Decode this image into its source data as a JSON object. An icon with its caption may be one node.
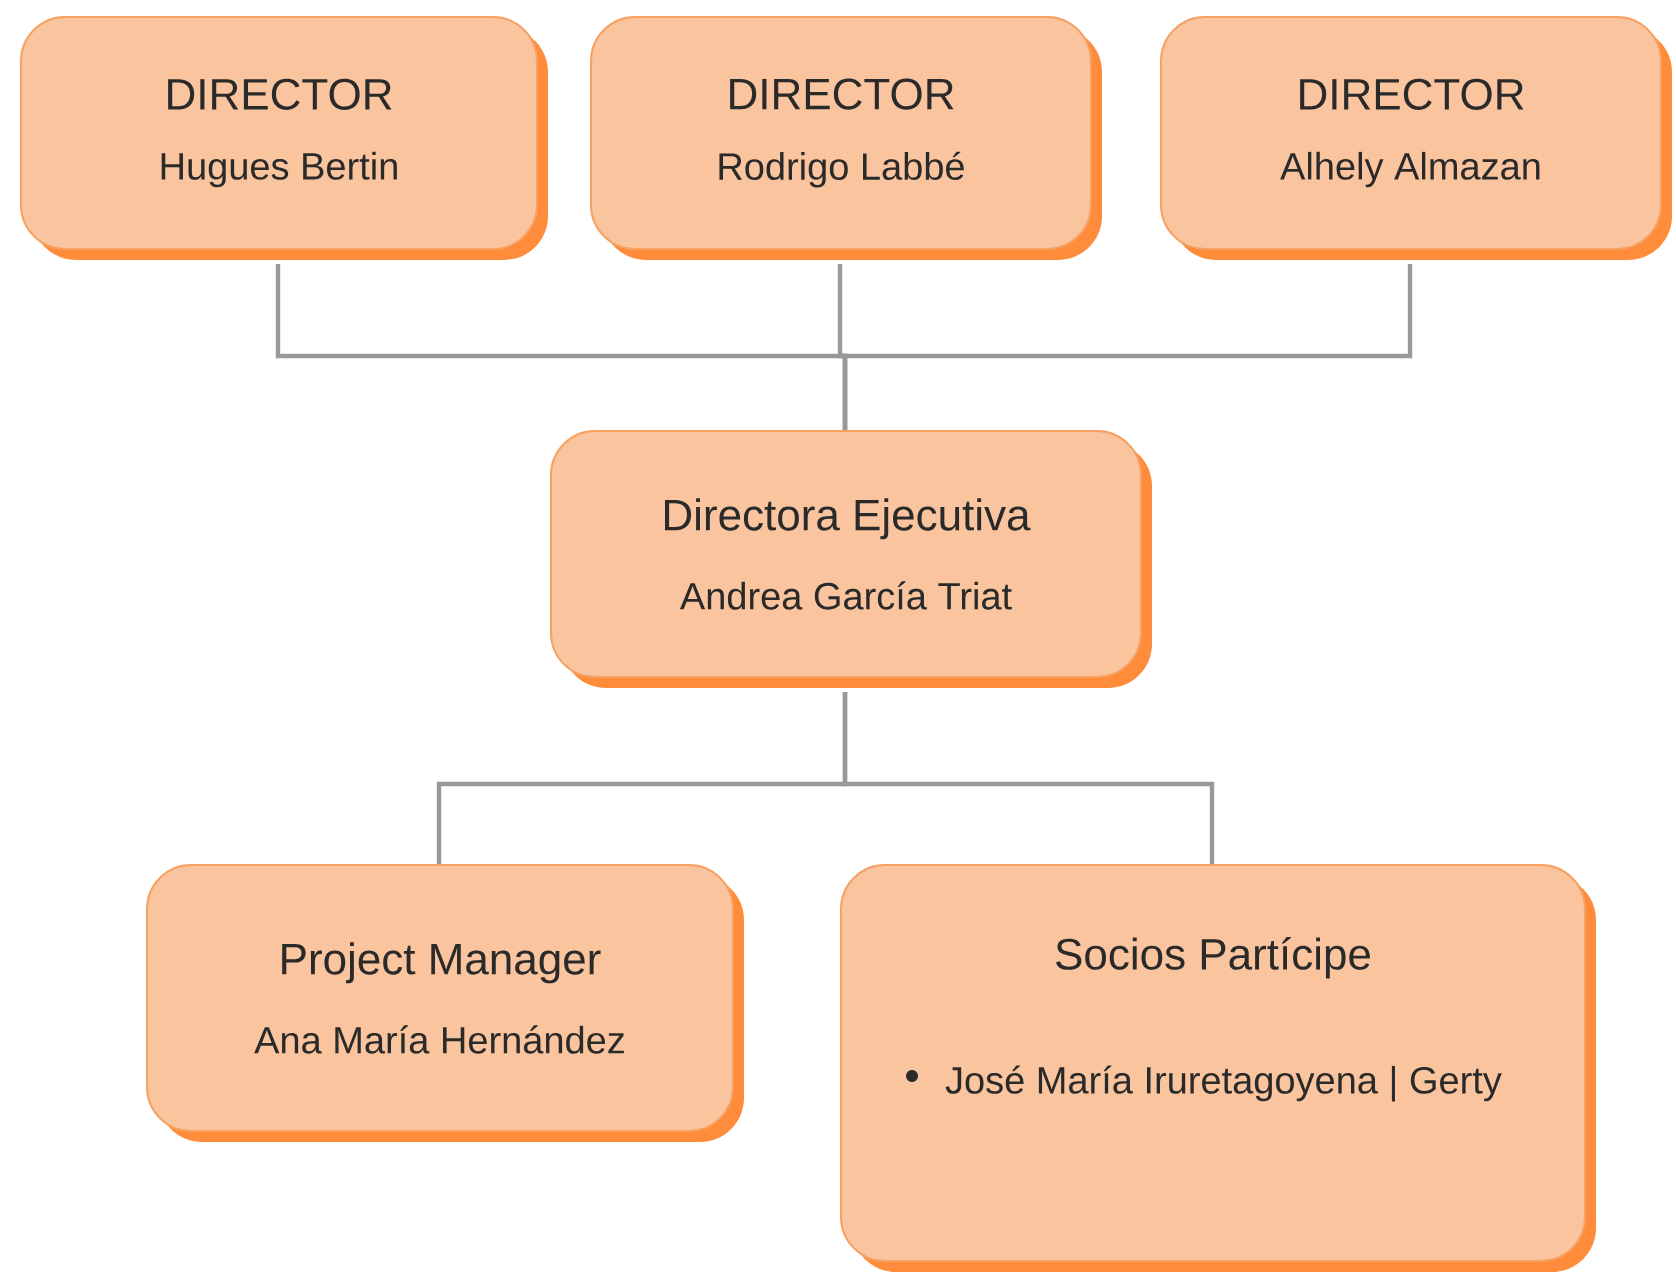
{
  "diagram": {
    "nodes": [
      {
        "text": [
          "DIRECTOR",
          "Hugues Bertin"
        ]
      },
      {
        "text": [
          "DIRECTOR",
          "Rodrigo Labbé"
        ]
      },
      {
        "text": [
          "DIRECTOR",
          "Alhely Almazan"
        ]
      },
      {
        "text": [
          "Directora Ejecutiva",
          "Andrea García Triat"
        ]
      },
      {
        "text": [
          "Project Manager",
          "Ana María Hernández"
        ]
      },
      {
        "text": [
          "Socios Partícipe",
          "José María Iruretagoyena | Gerty"
        ]
      }
    ],
    "edges": [
      {
        "from": 0,
        "to": 3,
        "arrow": "none"
      },
      {
        "from": 1,
        "to": 3,
        "arrow": "none"
      },
      {
        "from": 2,
        "to": 3,
        "arrow": "none"
      },
      {
        "from": 3,
        "to": 4,
        "arrow": "none"
      },
      {
        "from": 3,
        "to": 5,
        "arrow": "none"
      }
    ]
  }
}
